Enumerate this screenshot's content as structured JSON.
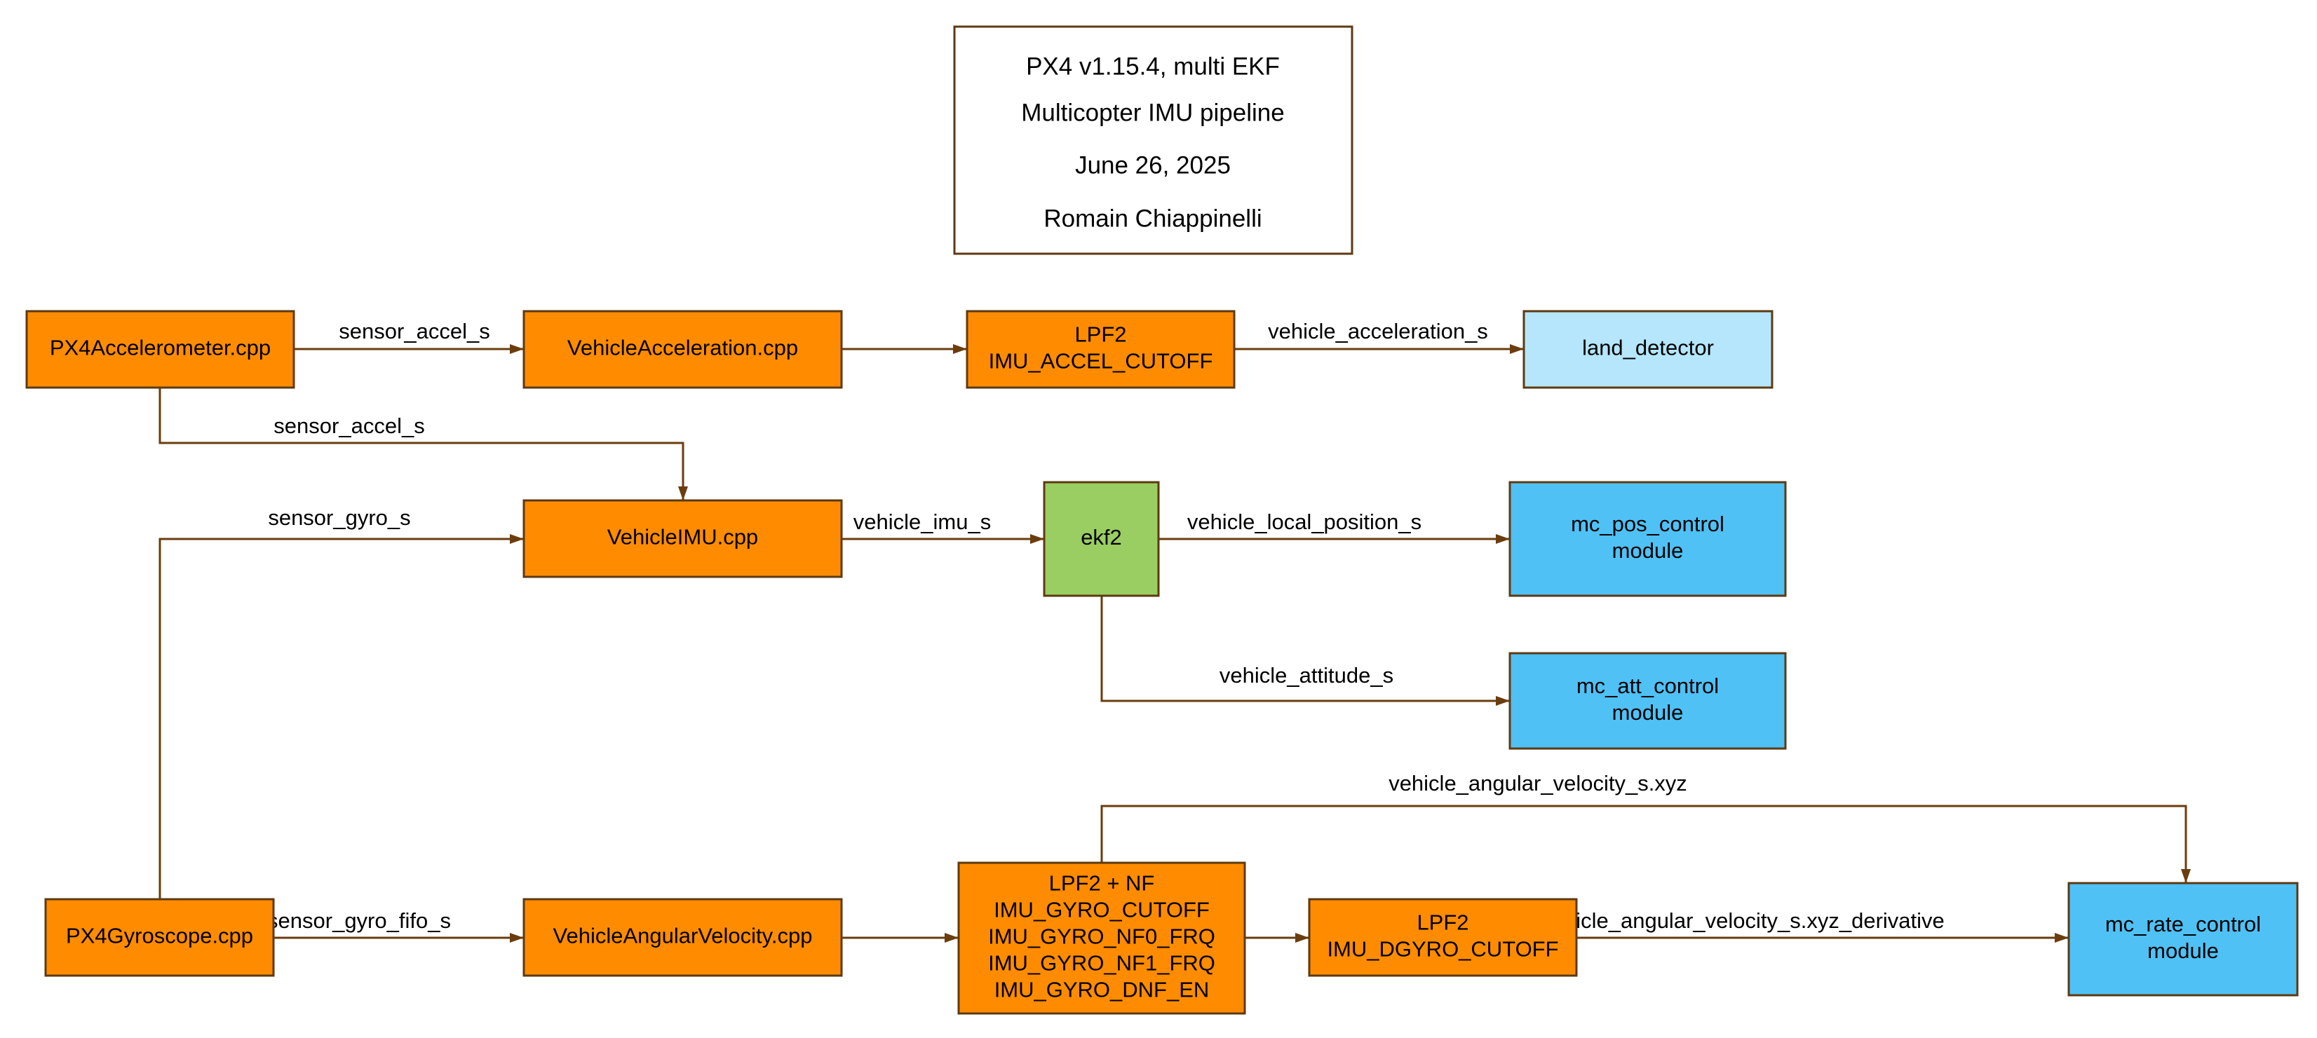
{
  "title": {
    "lines": [
      "PX4 v1.15.4, multi EKF",
      "Multicopter IMU pipeline",
      "June 26, 2025",
      "Romain Chiappinelli"
    ]
  },
  "colors": {
    "processing": "#FF8C00",
    "ekf": "#9ACD62",
    "light_consumer": "#B5E6FB",
    "consumer": "#4FC1F5",
    "border": "#5C3A12",
    "edge": "#6B3D0E"
  },
  "nodes": {
    "px4_accel": {
      "lines": [
        "PX4Accelerometer.cpp"
      ],
      "kind": "processing"
    },
    "vehicle_accel": {
      "lines": [
        "VehicleAcceleration.cpp"
      ],
      "kind": "processing"
    },
    "lpf2_accel": {
      "lines": [
        "LPF2",
        "IMU_ACCEL_CUTOFF"
      ],
      "kind": "processing"
    },
    "land_detector": {
      "lines": [
        "land_detector"
      ],
      "kind": "light_consumer"
    },
    "vehicle_imu": {
      "lines": [
        "VehicleIMU.cpp"
      ],
      "kind": "processing"
    },
    "ekf2": {
      "lines": [
        "ekf2"
      ],
      "kind": "ekf"
    },
    "mc_pos_control": {
      "lines": [
        "mc_pos_control",
        "module"
      ],
      "kind": "consumer"
    },
    "mc_att_control": {
      "lines": [
        "mc_att_control",
        "module"
      ],
      "kind": "consumer"
    },
    "px4_gyro": {
      "lines": [
        "PX4Gyroscope.cpp"
      ],
      "kind": "processing"
    },
    "vehicle_angvel": {
      "lines": [
        "VehicleAngularVelocity.cpp"
      ],
      "kind": "processing"
    },
    "lpf2_nf": {
      "lines": [
        "LPF2 + NF",
        "IMU_GYRO_CUTOFF",
        "IMU_GYRO_NF0_FRQ",
        "IMU_GYRO_NF1_FRQ",
        "IMU_GYRO_DNF_EN"
      ],
      "kind": "processing"
    },
    "lpf2_dgyro": {
      "lines": [
        "LPF2",
        "IMU_DGYRO_CUTOFF"
      ],
      "kind": "processing"
    },
    "mc_rate_control": {
      "lines": [
        "mc_rate_control",
        "module"
      ],
      "kind": "consumer"
    }
  },
  "edges": [
    {
      "id": "e-accel-to-vacc",
      "from": "px4_accel",
      "to": "vehicle_accel",
      "label": "sensor_accel_s"
    },
    {
      "id": "e-vacc-to-lpf2",
      "from": "vehicle_accel",
      "to": "lpf2_accel",
      "label": ""
    },
    {
      "id": "e-lpf2-to-land",
      "from": "lpf2_accel",
      "to": "land_detector",
      "label": "vehicle_acceleration_s"
    },
    {
      "id": "e-accel-to-imu",
      "from": "px4_accel",
      "to": "vehicle_imu",
      "label": "sensor_accel_s"
    },
    {
      "id": "e-gyro-to-imu",
      "from": "px4_gyro",
      "to": "vehicle_imu",
      "label": "sensor_gyro_s"
    },
    {
      "id": "e-imu-to-ekf2",
      "from": "vehicle_imu",
      "to": "ekf2",
      "label": "vehicle_imu_s"
    },
    {
      "id": "e-ekf2-to-pos",
      "from": "ekf2",
      "to": "mc_pos_control",
      "label": "vehicle_local_position_s"
    },
    {
      "id": "e-ekf2-to-att",
      "from": "ekf2",
      "to": "mc_att_control",
      "label": "vehicle_attitude_s"
    },
    {
      "id": "e-gyro-to-angvel",
      "from": "px4_gyro",
      "to": "vehicle_angvel",
      "label": "sensor_gyro_fifo_s"
    },
    {
      "id": "e-angvel-to-nf",
      "from": "vehicle_angvel",
      "to": "lpf2_nf",
      "label": ""
    },
    {
      "id": "e-nf-to-dgyro",
      "from": "lpf2_nf",
      "to": "lpf2_dgyro",
      "label": ""
    },
    {
      "id": "e-dgyro-to-rate",
      "from": "lpf2_dgyro",
      "to": "mc_rate_control",
      "label": "vehicle_angular_velocity_s.xyz_derivative"
    },
    {
      "id": "e-nf-to-rate",
      "from": "lpf2_nf",
      "to": "mc_rate_control",
      "label": "vehicle_angular_velocity_s.xyz"
    }
  ]
}
